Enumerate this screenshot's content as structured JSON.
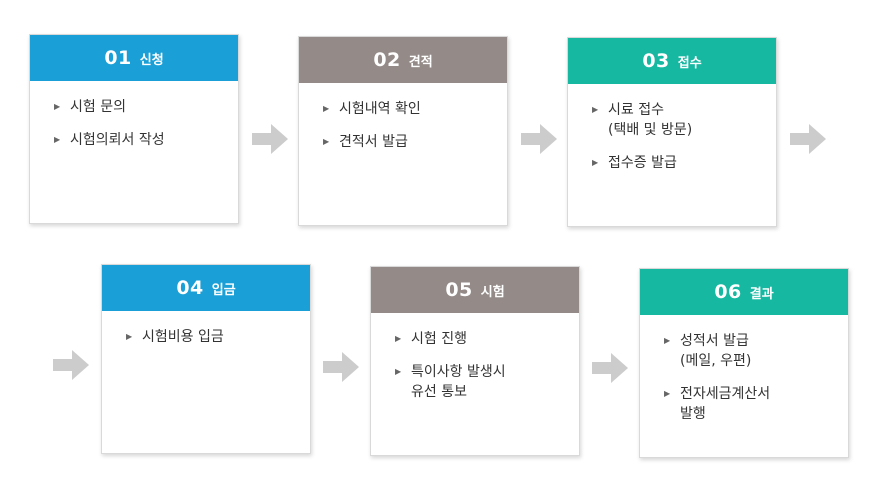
{
  "colors": {
    "blue": "#1a9fd6",
    "gray": "#948b88",
    "teal": "#16b8a2",
    "arrow": "#cccccc"
  },
  "steps": [
    {
      "num": "01",
      "title": "신청",
      "color": "#1a9fd6",
      "items": [
        "시험 문의",
        "시험의뢰서 작성"
      ]
    },
    {
      "num": "02",
      "title": "견적",
      "color": "#948b88",
      "items": [
        "시험내역 확인",
        "견적서 발급"
      ]
    },
    {
      "num": "03",
      "title": "접수",
      "color": "#16b8a2",
      "items": [
        "시료 접수\n(택배 및 방문)",
        "접수증 발급"
      ]
    },
    {
      "num": "04",
      "title": "입금",
      "color": "#1a9fd6",
      "items": [
        "시험비용 입금"
      ]
    },
    {
      "num": "05",
      "title": "시험",
      "color": "#948b88",
      "items": [
        "시험 진행",
        "특이사항 발생시\n유선 통보"
      ]
    },
    {
      "num": "06",
      "title": "결과",
      "color": "#16b8a2",
      "items": [
        "성적서 발급\n(메일, 우편)",
        "전자세금계산서\n발행"
      ]
    }
  ]
}
